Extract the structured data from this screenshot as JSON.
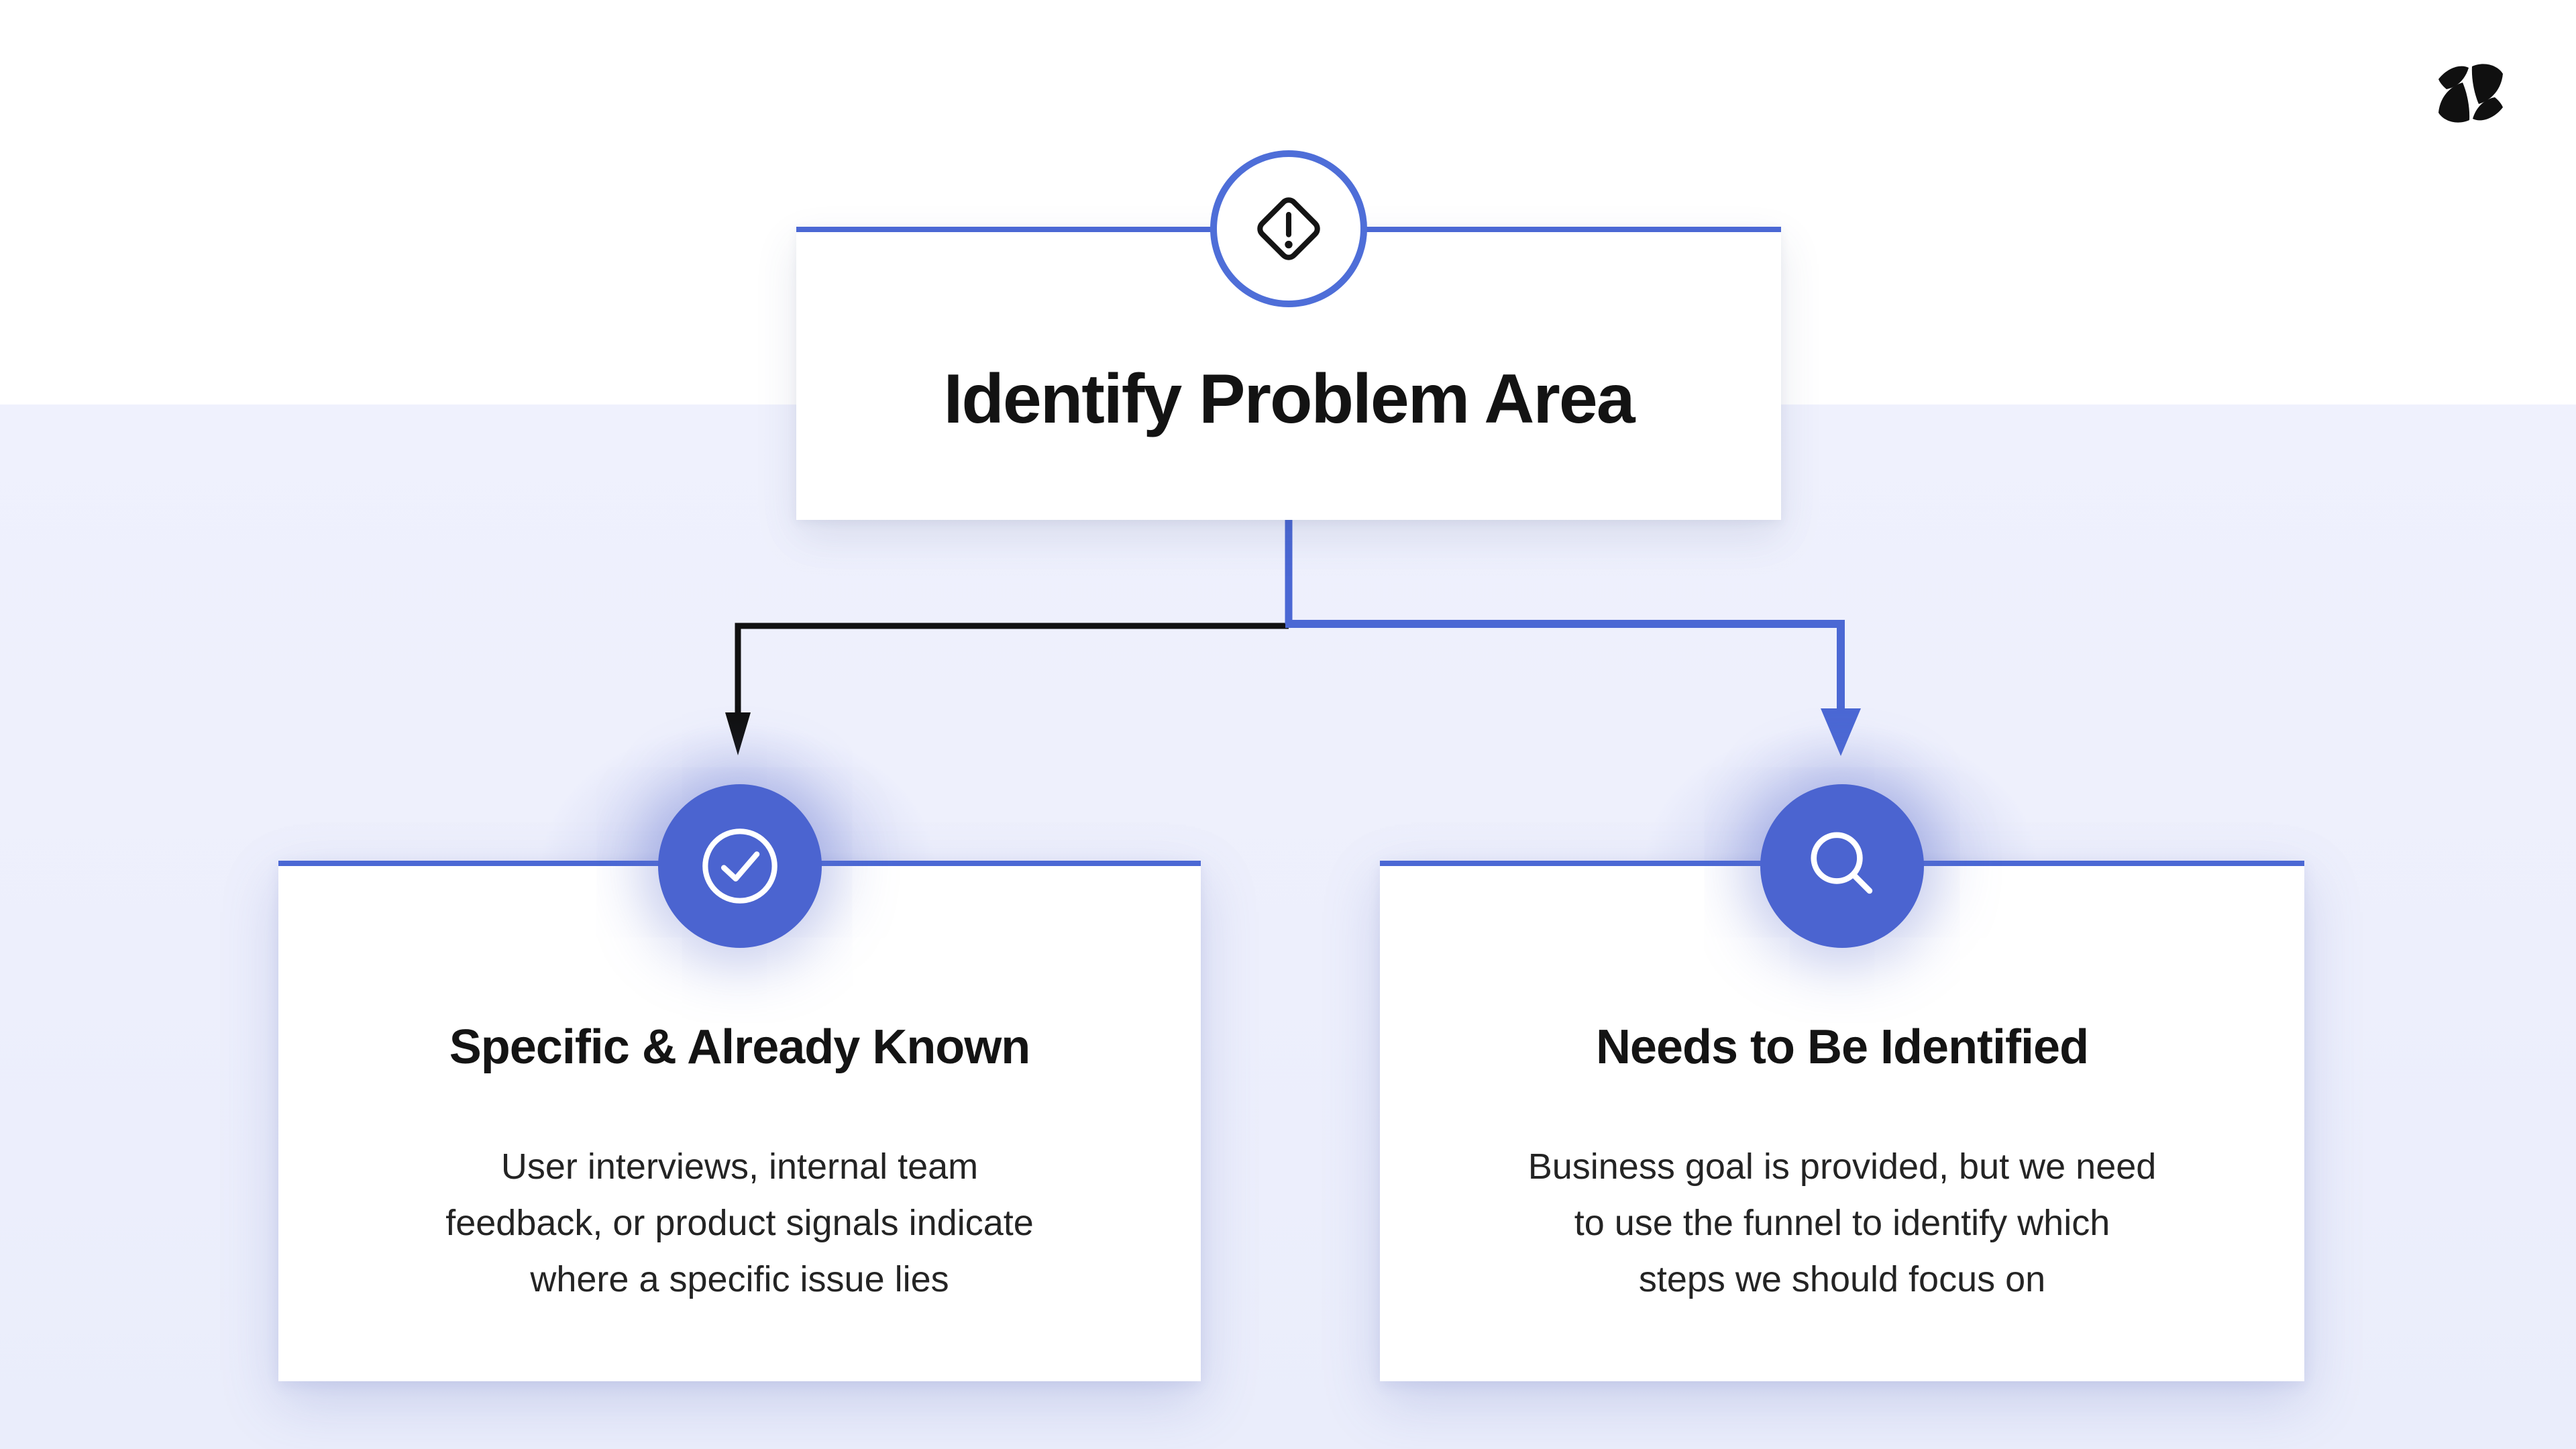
{
  "page": {
    "background_top_color": "#ffffff",
    "background_band_color": "#edeffc",
    "accent_blue": "#4b68d4",
    "circle_fill_blue": "#4b64d0",
    "connector_black": "#111111"
  },
  "logo": {
    "name": "brand-logo",
    "color": "#101010"
  },
  "diagram": {
    "root": {
      "icon": "alert-diamond-icon",
      "title": "Identify Problem Area"
    },
    "branches": [
      {
        "id": "left",
        "icon": "check-circle-icon",
        "connector_color": "black",
        "heading": "Specific & Already Known",
        "body_lines": [
          "User interviews, internal team",
          "feedback, or product signals indicate",
          "where a specific issue lies"
        ]
      },
      {
        "id": "right",
        "icon": "search-icon",
        "connector_color": "blue",
        "heading": "Needs to Be Identified",
        "body_lines": [
          "Business goal is provided, but we need",
          "to use the funnel to identify which",
          "steps we should focus on"
        ]
      }
    ]
  }
}
